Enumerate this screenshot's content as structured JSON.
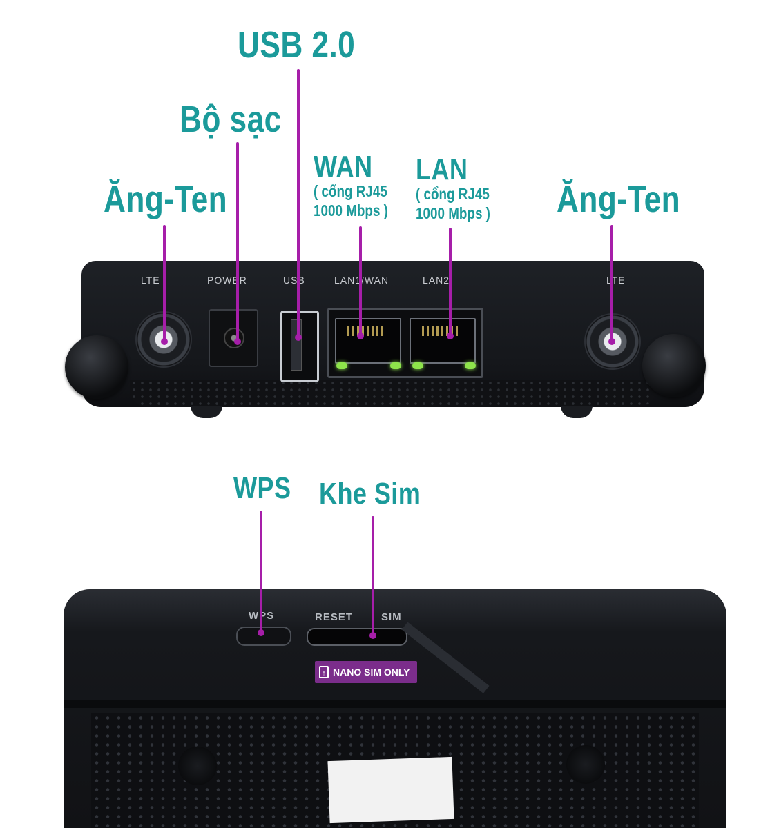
{
  "callouts": {
    "usb": "USB 2.0",
    "charger": "Bộ sạc",
    "antenna_left": "Ăng-Ten",
    "antenna_right": "Ăng-Ten",
    "wan_title": "WAN",
    "wan_sub_line1": "( cổng RJ45",
    "wan_sub_line2": "1000 Mbps )",
    "lan_title": "LAN",
    "lan_sub_line1": "( cổng RJ45",
    "lan_sub_line2": "1000 Mbps )",
    "wps": "WPS",
    "sim_slot": "Khe Sim"
  },
  "device_back": {
    "port_labels": {
      "lte_left": "LTE",
      "power": "POWER",
      "usb": "USB",
      "lan1_wan": "LAN1/WAN",
      "lan2": "LAN2",
      "lte_right": "LTE"
    }
  },
  "device_side": {
    "wps_label": "WPS",
    "reset_label": "RESET",
    "sim_label": "SIM",
    "nano_badge": "NANO SIM ONLY"
  },
  "colors": {
    "callout_text": "#1b9a9a",
    "leader_line": "#a61ea9",
    "badge": "#7b2d8b",
    "device_body": "#16181c"
  },
  "icons": [
    "sim-card-icon"
  ]
}
